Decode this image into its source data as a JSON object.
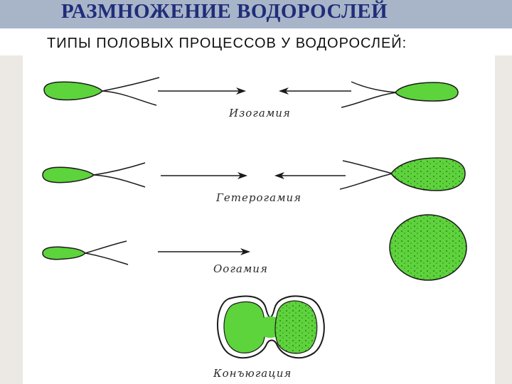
{
  "header": {
    "title": "РАЗМНОЖЕНИЕ ВОДОРОСЛЕЙ",
    "subtitle": "ТИПЫ ПОЛОВЫХ ПРОЦЕССОВ У ВОДОРОСЛЕЙ:"
  },
  "diagram": {
    "rows": [
      {
        "caption": "Изогамия"
      },
      {
        "caption": "Гетерогамия"
      },
      {
        "caption": "Оогамия"
      },
      {
        "caption": "Конъюгация"
      }
    ]
  },
  "colors": {
    "title_bar": "#a8b4c8",
    "title_text": "#1f2d7a",
    "cell_green": "#5dd33c",
    "outline": "#1a1a1a"
  }
}
